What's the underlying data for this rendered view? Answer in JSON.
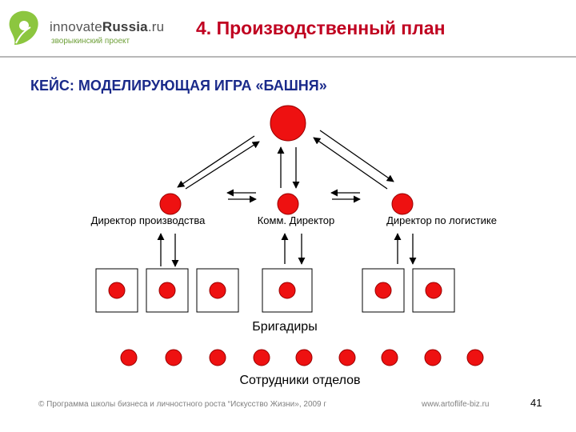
{
  "header": {
    "logo_text_light": "innovate",
    "logo_text_bold": "Russia",
    "logo_text_suffix": ".ru",
    "logo_subtitle": "зворыкинский проект",
    "title": "4. Производственный план"
  },
  "case_title": "КЕЙС: МОДЕЛИРУЮЩАЯ ИГРА «БАШНЯ»",
  "diagram": {
    "directors": [
      "Директор производства",
      "Комм. Директор",
      "Директор по логистике"
    ],
    "foremen_label": "Бригадиры",
    "staff_label": "Сотрудники отделов",
    "node_color": "#ee1111",
    "node_stroke": "#990000"
  },
  "footer": {
    "copyright": "© Программа школы бизнеса и личностного роста “Искусство Жизни», 2009 г",
    "url": "www.artoflife-biz.ru",
    "page_number": "41"
  }
}
